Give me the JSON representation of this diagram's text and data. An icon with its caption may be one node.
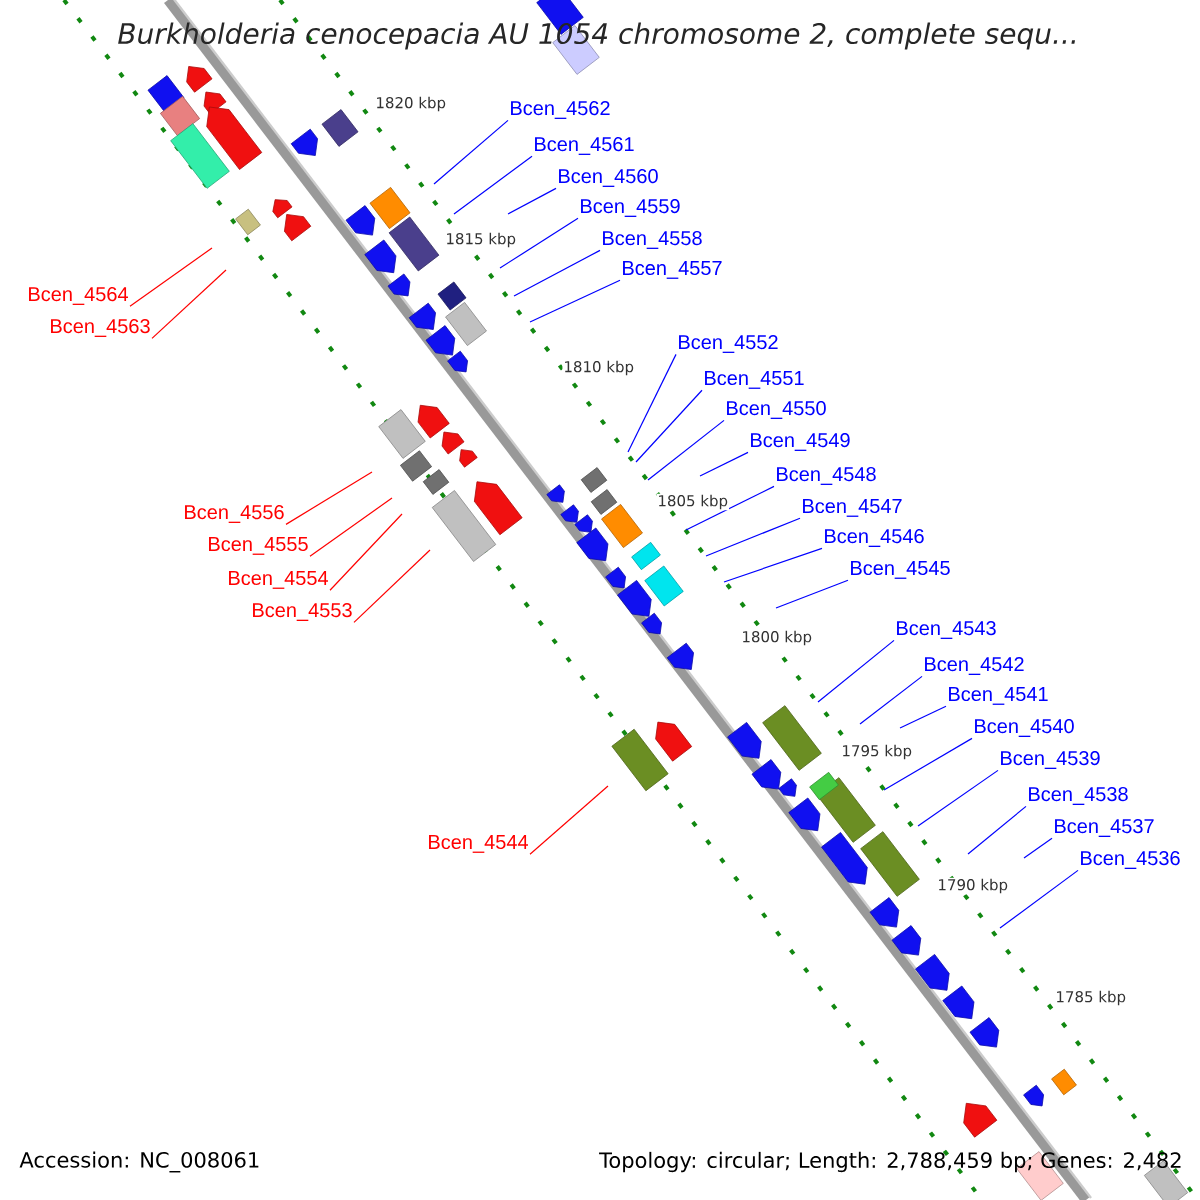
{
  "diagram": {
    "title": "*Burkholderia cenocepacia* AU 1054 chromosome 2, complete sequ...",
    "nodes": [
      {
        "text": [
          "Bcen_4562"
        ]
      },
      {
        "text": [
          "Bcen_4561"
        ]
      },
      {
        "text": [
          "Bcen_4560"
        ]
      },
      {
        "text": [
          "Bcen_4559"
        ]
      },
      {
        "text": [
          "Bcen_4558"
        ]
      },
      {
        "text": [
          "Bcen_4557"
        ]
      },
      {
        "text": [
          "Bcen_4564"
        ]
      },
      {
        "text": [
          "Bcen_4563"
        ]
      },
      {
        "text": [
          "Bcen_4552"
        ]
      },
      {
        "text": [
          "Bcen_4551"
        ]
      },
      {
        "text": [
          "Bcen_4550"
        ]
      },
      {
        "text": [
          "Bcen_4549"
        ]
      },
      {
        "text": [
          "Bcen_4548"
        ]
      },
      {
        "text": [
          "Bcen_4547"
        ]
      },
      {
        "text": [
          "Bcen_4556"
        ]
      },
      {
        "text": [
          "Bcen_4546"
        ]
      },
      {
        "text": [
          "Bcen_4555"
        ]
      },
      {
        "text": [
          "Bcen_4545"
        ]
      },
      {
        "text": [
          "Bcen_4554"
        ]
      },
      {
        "text": [
          "Bcen_4553"
        ]
      },
      {
        "text": [
          "Bcen_4543"
        ]
      },
      {
        "text": [
          "Bcen_4542"
        ]
      },
      {
        "text": [
          "Bcen_4541"
        ]
      },
      {
        "text": [
          "Bcen_4540"
        ]
      },
      {
        "text": [
          "Bcen_4539"
        ]
      },
      {
        "text": [
          "Bcen_4538"
        ]
      },
      {
        "text": [
          "Bcen_4544"
        ]
      },
      {
        "text": [
          "Bcen_4537"
        ]
      },
      {
        "text": [
          "Bcen_4536"
        ]
      }
    ],
    "edges": [
      {
        "from": 0,
        "to": null,
        "arrow": "none"
      },
      {
        "from": 1,
        "to": null,
        "arrow": "none"
      },
      {
        "from": 2,
        "to": null,
        "arrow": "none"
      },
      {
        "from": 3,
        "to": null,
        "arrow": "none"
      },
      {
        "from": 4,
        "to": null,
        "arrow": "none"
      },
      {
        "from": 5,
        "to": null,
        "arrow": "none"
      },
      {
        "from": 6,
        "to": null,
        "arrow": "none",
        "color": "#ff0000"
      },
      {
        "from": 7,
        "to": null,
        "arrow": "none",
        "color": "#ff0000"
      },
      {
        "from": 8,
        "to": null,
        "arrow": "none"
      },
      {
        "from": 9,
        "to": null,
        "arrow": "none"
      },
      {
        "from": 10,
        "to": null,
        "arrow": "none"
      },
      {
        "from": 11,
        "to": null,
        "arrow": "none"
      },
      {
        "from": 12,
        "to": null,
        "arrow": "none"
      },
      {
        "from": 13,
        "to": null,
        "arrow": "none"
      },
      {
        "from": 14,
        "to": null,
        "arrow": "none",
        "color": "#ff0000"
      },
      {
        "from": 15,
        "to": null,
        "arrow": "none"
      },
      {
        "from": 16,
        "to": null,
        "arrow": "none",
        "color": "#ff0000"
      },
      {
        "from": 17,
        "to": null,
        "arrow": "none"
      },
      {
        "from": 18,
        "to": null,
        "arrow": "none",
        "color": "#ff0000"
      },
      {
        "from": 19,
        "to": null,
        "arrow": "none",
        "color": "#ff0000"
      },
      {
        "from": 20,
        "to": null,
        "arrow": "none"
      },
      {
        "from": 21,
        "to": null,
        "arrow": "none"
      },
      {
        "from": 22,
        "to": null,
        "arrow": "none"
      },
      {
        "from": 23,
        "to": null,
        "arrow": "none"
      },
      {
        "from": 24,
        "to": null,
        "arrow": "none"
      },
      {
        "from": 25,
        "to": null,
        "arrow": "none"
      },
      {
        "from": 26,
        "to": null,
        "arrow": "none",
        "color": "#ff0000"
      },
      {
        "from": 27,
        "to": null,
        "arrow": "none"
      },
      {
        "from": 28,
        "to": null,
        "arrow": "none"
      }
    ],
    "labels": [
      "1820 kbp",
      "1815 kbp",
      "1810 kbp",
      "1805 kbp",
      "1800 kbp",
      "1795 kbp",
      "1790 kbp",
      "1785 kbp",
      "Accession: NC_008061",
      "Topology: circular; Length: 2,788,459 bp; Genes: 2,482"
    ]
  }
}
